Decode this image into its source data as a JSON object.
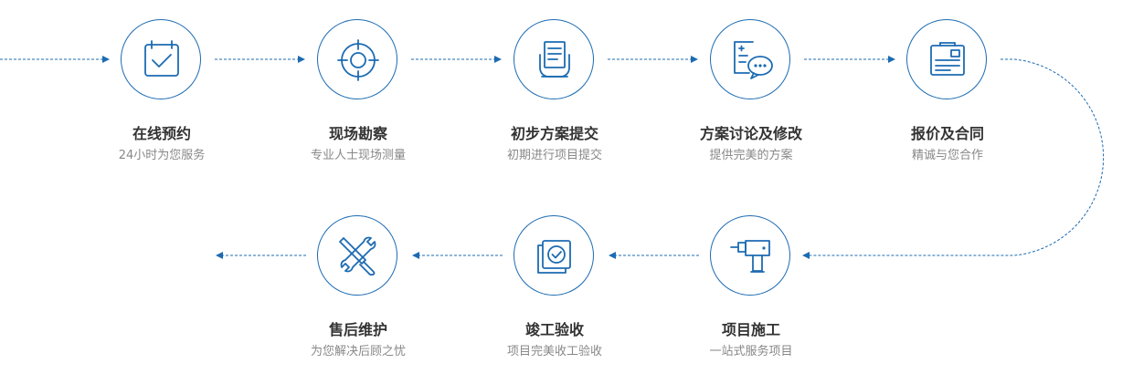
{
  "steps": [
    {
      "title": "在线预约",
      "subtitle": "24小时为您服务",
      "icon": "calendar-check-icon"
    },
    {
      "title": "现场勘察",
      "subtitle": "专业人士现场测量",
      "icon": "crosshair-target-icon"
    },
    {
      "title": "初步方案提交",
      "subtitle": "初期进行项目提交",
      "icon": "document-hands-icon"
    },
    {
      "title": "方案讨论及修改",
      "subtitle": "提供完美的方案",
      "icon": "document-chat-icon"
    },
    {
      "title": "报价及合同",
      "subtitle": "精诚与您合作",
      "icon": "clipboard-contract-icon"
    },
    {
      "title": "项目施工",
      "subtitle": "一站式服务项目",
      "icon": "drill-icon"
    },
    {
      "title": "竣工验收",
      "subtitle": "项目完美收工验收",
      "icon": "checked-stack-icon"
    },
    {
      "title": "售后维护",
      "subtitle": "为您解决后顾之忧",
      "icon": "wrench-screwdriver-icon"
    }
  ],
  "colors": {
    "accent": "#1c6bb2",
    "title": "#333333",
    "subtitle": "#888888"
  }
}
